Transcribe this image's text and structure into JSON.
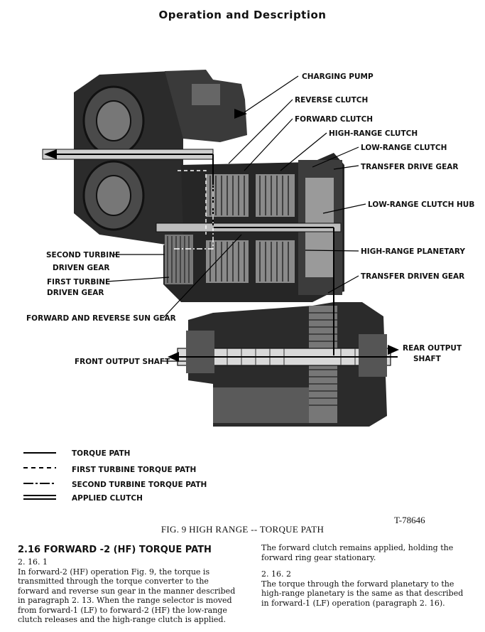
{
  "header": "Operation and Description",
  "labels": {
    "charging_pump": "CHARGING PUMP",
    "reverse_clutch": "REVERSE CLUTCH",
    "forward_clutch": "FORWARD CLUTCH",
    "high_range_clutch": "HIGH-RANGE CLUTCH",
    "low_range_clutch": "LOW-RANGE CLUTCH",
    "transfer_drive_gear": "TRANSFER DRIVE GEAR",
    "low_range_clutch_hub": "LOW-RANGE CLUTCH HUB",
    "high_range_planetary": "HIGH-RANGE PLANETARY",
    "transfer_driven_gear": "TRANSFER DRIVEN GEAR",
    "second_turbine_line1": "SECOND TURBINE",
    "second_turbine_line2": "DRIVEN GEAR",
    "first_turbine_line1": "FIRST TURBINE",
    "first_turbine_line2": "DRIVEN GEAR",
    "sun_gear": "FORWARD AND REVERSE SUN GEAR",
    "front_output": "FRONT OUTPUT SHAFT",
    "rear_output_line1": "REAR OUTPUT",
    "rear_output_line2": "SHAFT"
  },
  "legend": [
    {
      "style": "solid",
      "label": "TORQUE PATH"
    },
    {
      "style": "dashed",
      "label": "FIRST TURBINE TORQUE PATH"
    },
    {
      "style": "dashdot",
      "label": "SECOND TURBINE TORQUE PATH"
    },
    {
      "style": "double",
      "label": "APPLIED CLUTCH"
    }
  ],
  "ref_number": "T-78646",
  "caption": "FIG. 9  HIGH RANGE -- TORQUE PATH",
  "section": {
    "title": "2.16 FORWARD -2 (HF) TORQUE PATH",
    "left_num": "2. 16. 1",
    "left_text": "In forward-2 (HF) operation Fig. 9, the torque is transmitted through the torque converter to the forward and reverse sun gear in the manner described in paragraph 2. 13. When the range selector is moved from forward-1 (LF) to forward-2 (HF) the low-range clutch releases and the high-range clutch is applied.",
    "right_text1": "The forward clutch remains applied, holding the forward ring gear stationary.",
    "right_num": "2. 16. 2",
    "right_text2": "The torque through  the forward planetary to the high-range planetary is the same as that described in forward-1 (LF) operation (paragraph 2. 16)."
  }
}
